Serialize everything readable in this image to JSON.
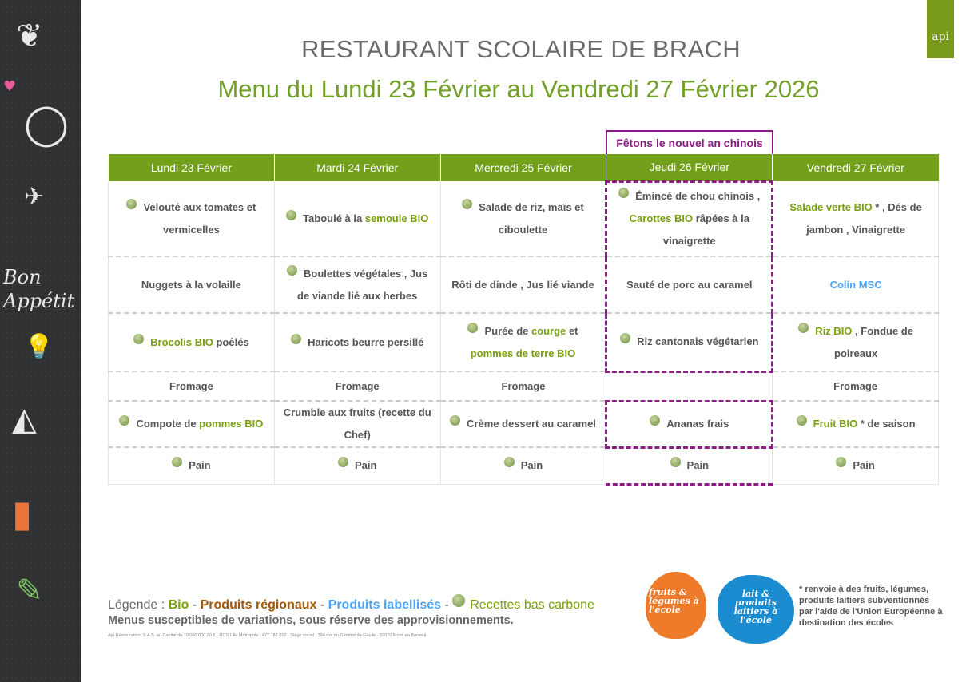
{
  "header": {
    "title": "RESTAURANT SCOLAIRE DE BRACH",
    "subtitle": "Menu du Lundi 23 Février au Vendredi 27 Février 2026",
    "logo": "api"
  },
  "sidebar": {
    "bon_appetit": "Bon Appétit"
  },
  "banner": "Fêtons le nouvel an chinois",
  "colors": {
    "bio": "#78a00c",
    "regional": "#a0570c",
    "label": "#4aa3f5",
    "header": "#72a01a",
    "highlight": "#8e1b86"
  },
  "days": [
    "Lundi 23 Février",
    "Mardi 24 Février",
    "Mercredi 25 Février",
    "Jeudi 26 Février",
    "Vendredi 27 Février"
  ],
  "rows": [
    [
      {
        "icon": true,
        "seg": [
          {
            "t": "Velouté aux tomates et vermicelles"
          }
        ]
      },
      {
        "icon": true,
        "seg": [
          {
            "t": "Taboulé à la "
          },
          {
            "t": "semoule BIO",
            "c": "bio"
          }
        ]
      },
      {
        "icon": true,
        "seg": [
          {
            "t": "Salade de riz, maïs et ciboulette"
          }
        ]
      },
      {
        "icon": true,
        "seg": [
          {
            "t": "Émincé de chou chinois , "
          },
          {
            "t": "Carottes BIO",
            "c": "bio"
          },
          {
            "t": " râpées à la vinaigrette"
          }
        ]
      },
      {
        "icon": false,
        "seg": [
          {
            "t": "Salade verte BIO",
            "c": "bio"
          },
          {
            "t": " * , Dés de jambon , Vinaigrette"
          }
        ]
      }
    ],
    [
      {
        "icon": false,
        "seg": [
          {
            "t": "Nuggets à la volaille"
          }
        ]
      },
      {
        "icon": true,
        "seg": [
          {
            "t": "Boulettes végétales , Jus de viande lié aux herbes"
          }
        ]
      },
      {
        "icon": false,
        "seg": [
          {
            "t": "Rôti de dinde , Jus lié viande"
          }
        ]
      },
      {
        "icon": false,
        "seg": [
          {
            "t": "Sauté de porc au caramel"
          }
        ]
      },
      {
        "icon": false,
        "seg": [
          {
            "t": "Colin MSC",
            "c": "label"
          }
        ]
      }
    ],
    [
      {
        "icon": true,
        "seg": [
          {
            "t": "Brocolis BIO",
            "c": "bio"
          },
          {
            "t": " poêlés"
          }
        ]
      },
      {
        "icon": true,
        "seg": [
          {
            "t": "Haricots beurre persillé"
          }
        ]
      },
      {
        "icon": true,
        "seg": [
          {
            "t": "Purée de "
          },
          {
            "t": "courge",
            "c": "bio"
          },
          {
            "t": " et "
          },
          {
            "t": "pommes de terre BIO",
            "c": "bio"
          }
        ]
      },
      {
        "icon": true,
        "seg": [
          {
            "t": "Riz cantonais végétarien"
          }
        ]
      },
      {
        "icon": true,
        "seg": [
          {
            "t": "Riz BIO",
            "c": "bio"
          },
          {
            "t": " , Fondue de poireaux"
          }
        ]
      }
    ],
    [
      {
        "icon": false,
        "seg": [
          {
            "t": "Fromage"
          }
        ]
      },
      {
        "icon": false,
        "seg": [
          {
            "t": "Fromage"
          }
        ]
      },
      {
        "icon": false,
        "seg": [
          {
            "t": "Fromage"
          }
        ]
      },
      {
        "icon": false,
        "seg": []
      },
      {
        "icon": false,
        "seg": [
          {
            "t": "Fromage"
          }
        ]
      }
    ],
    [
      {
        "icon": true,
        "seg": [
          {
            "t": "Compote de "
          },
          {
            "t": "pommes BIO",
            "c": "bio"
          }
        ]
      },
      {
        "icon": false,
        "seg": [
          {
            "t": "Crumble aux fruits (recette du Chef)"
          }
        ]
      },
      {
        "icon": true,
        "seg": [
          {
            "t": "Crème dessert au caramel"
          }
        ]
      },
      {
        "icon": true,
        "seg": [
          {
            "t": "Ananas frais"
          }
        ]
      },
      {
        "icon": true,
        "seg": [
          {
            "t": "Fruit BIO",
            "c": "bio"
          },
          {
            "t": " * de saison"
          }
        ]
      }
    ],
    [
      {
        "icon": true,
        "seg": [
          {
            "t": "Pain"
          }
        ]
      },
      {
        "icon": true,
        "seg": [
          {
            "t": "Pain"
          }
        ]
      },
      {
        "icon": true,
        "seg": [
          {
            "t": "Pain"
          }
        ]
      },
      {
        "icon": true,
        "seg": [
          {
            "t": "Pain"
          }
        ]
      },
      {
        "icon": true,
        "seg": [
          {
            "t": "Pain"
          }
        ]
      }
    ]
  ],
  "legend": {
    "prefix": "Légende : ",
    "bio": "Bio",
    "sep": " - ",
    "regional": "Produits régionaux",
    "label": "Produits labellisés",
    "carbon": "Recettes bas carbone"
  },
  "note": "Menus susceptibles de variations, sous réserve des approvisionnements.",
  "legal": "Api Restauration, S.A.S. au Capital de 10.000.000,00 € - RCS Lille Métropole : 477 181 010 - Siège social : 384 rue du Général de Gaulle - 59370 Mons en Baroeul.",
  "logos": {
    "fruits": "fruits & légumes à l'école",
    "lait": "lait & produits laitiers à l'école"
  },
  "footnote": "* renvoie à des fruits, légumes, produits laitiers subventionnés par l'aide de l'Union Européenne à destination des écoles"
}
